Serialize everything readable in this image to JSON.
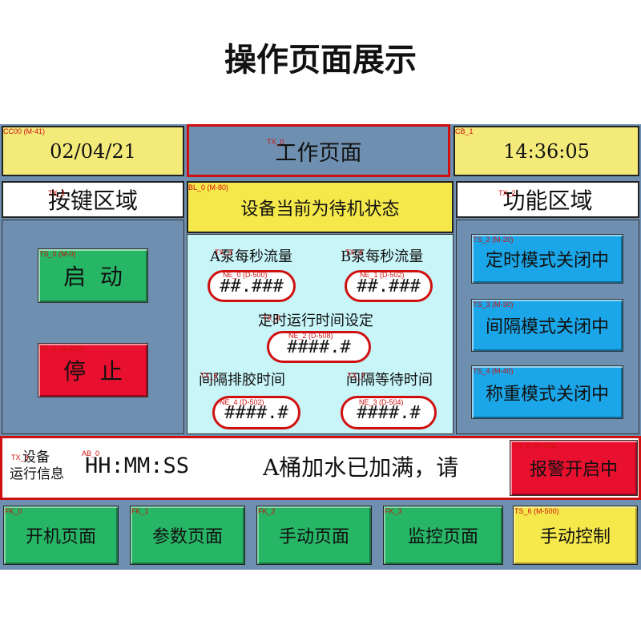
{
  "page_title": "操作页面展示",
  "header": {
    "date": {
      "tag": "CC00 (M-41)",
      "value": "02/04/21"
    },
    "title": {
      "tag": "TX_0",
      "value": "工作页面"
    },
    "time": {
      "tag": "CB_1",
      "value": "14:36:05"
    }
  },
  "left_panel": {
    "heading": "按键区域",
    "heading_tag": "TX_1",
    "start_button": {
      "tag": "TS_0 (M-0)",
      "label": "启  动"
    },
    "stop_button": {
      "tag": "TS_1 (M-100)",
      "label": "停  止"
    }
  },
  "center_panel": {
    "status": {
      "tag": "BL_0 (M-80)",
      "text": "设备当前为待机状态"
    },
    "pump_a": {
      "label": "A泵每秒流量",
      "label_tag": "TX_3",
      "tag": "NE_0 (D-500)",
      "value": "##.###"
    },
    "pump_b": {
      "label": "B泵每秒流量",
      "label_tag": "TX_4",
      "tag": "NE_1 (D-502)",
      "value": "##.###"
    },
    "timer": {
      "label": "定时运行时间设定",
      "label_tag": "TX_5",
      "tag": "NE_2 (D-508)",
      "value": "####.#"
    },
    "discharge": {
      "label": "间隔排胶时间",
      "label_tag": "TX_6",
      "tag": "NE_4 (D-502)",
      "value": "####.#"
    },
    "wait": {
      "label": "间隔等待时间",
      "label_tag": "TX_7",
      "tag": "NE_3 (D-504)",
      "value": "####.#"
    }
  },
  "right_panel": {
    "heading": "功能区域",
    "heading_tag": "TX_2",
    "buttons": [
      {
        "tag": "TS_2 (M-20)",
        "label": "定时模式关闭中"
      },
      {
        "tag": "TS_3 (M-30)",
        "label": "间隔模式关闭中"
      },
      {
        "tag": "TS_4 (M-40)",
        "label": "称重模式关闭中"
      }
    ]
  },
  "info_bar": {
    "label_tag": "TX_8",
    "label": "设备运行信息",
    "label_line1": "设备",
    "label_line2": "运行信息",
    "msg_tag": "AB_0",
    "time_text": "HH:MM:SS",
    "message": "A桶加水已加满，请",
    "alarm_tag": "TS_5 (M-101)",
    "alarm_label": "报警开启中"
  },
  "nav": [
    {
      "tag": "FK_0",
      "label": "开机页面"
    },
    {
      "tag": "FK_1",
      "label": "参数页面"
    },
    {
      "tag": "FK_2",
      "label": "手动页面"
    },
    {
      "tag": "FK_3",
      "label": "监控页面"
    },
    {
      "tag": "TS_6 (M-500)",
      "label": "手动控制"
    }
  ],
  "colors": {
    "panel_blue": "#6f8fb0",
    "green_button": "#27b566",
    "red_button": "#e8102e",
    "cyan_button": "#1aa6e8",
    "yellow": "#f5e84a",
    "date_yellow": "#f3ea7a",
    "light_cyan": "#c8f5f8",
    "border_red": "#d01010"
  }
}
